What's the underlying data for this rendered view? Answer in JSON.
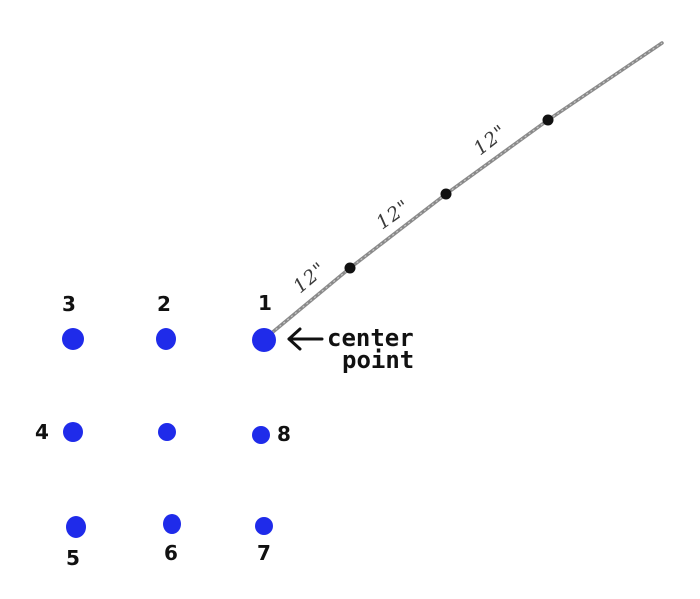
{
  "colors": {
    "dot": "#1f2bea",
    "line": "#8a8a8a",
    "marker": "#111111"
  },
  "points": [
    {
      "label": "1"
    },
    {
      "label": "2"
    },
    {
      "label": "3"
    },
    {
      "label": "4"
    },
    {
      "label": "5"
    },
    {
      "label": "6"
    },
    {
      "label": "7"
    },
    {
      "label": "8"
    }
  ],
  "measurements": [
    {
      "label": "12\""
    },
    {
      "label": "12\""
    },
    {
      "label": "12\""
    }
  ],
  "callout": {
    "line1": "center",
    "line2": "point"
  }
}
